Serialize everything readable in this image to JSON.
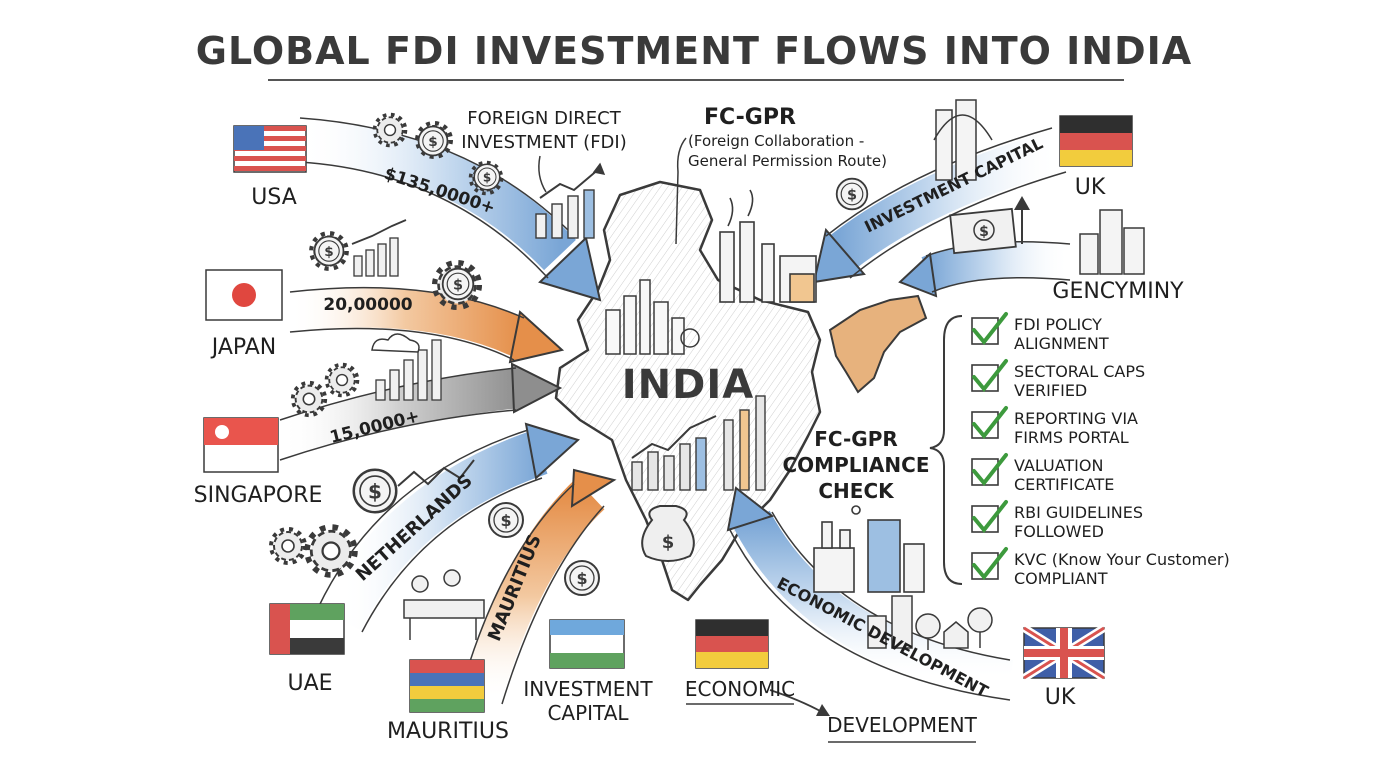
{
  "title": "GLOBAL FDI INVESTMENT FLOWS INTO INDIA",
  "center_label": "INDIA",
  "fdi_note": {
    "line1": "FOREIGN DIRECT",
    "line2": "INVESTMENT (FDI)"
  },
  "fcgpr_note": {
    "heading": "FC-GPR",
    "line1": "(Foreign Collaboration -",
    "line2": "General Permission Route)"
  },
  "sources": {
    "usa": "USA",
    "japan": "JAPAN",
    "singapore": "SINGAPORE",
    "uae": "UAE",
    "mauritius": "MAURITIUS",
    "uk_top": "UK",
    "gencyminy": "GENCYMINY",
    "uk_bottom": "UK"
  },
  "flow_labels": {
    "usa": "$135,0000+",
    "japan": "20,00000",
    "singapore": "15,0000+",
    "netherlands": "NETHERLANDS",
    "mauritius": "MAURITIUS",
    "investment_capital_top": "INVESTMENT CAPITAL",
    "economic_development_arc": "ECONOMIC DEVELOPMENT"
  },
  "bottom_labels": {
    "investment_capital": {
      "line1": "INVESTMENT",
      "line2": "CAPITAL"
    },
    "economic": "ECONOMIC",
    "development": "DEVELOPMENT"
  },
  "compliance": {
    "heading": {
      "line1": "FC-GPR",
      "line2": "COMPLIANCE",
      "line3": "CHECK"
    },
    "items": [
      {
        "line1": "FDI POLICY",
        "line2": "ALIGNMENT"
      },
      {
        "line1": "SECTORAL CAPS",
        "line2": "VERIFIED"
      },
      {
        "line1": "REPORTING VIA",
        "line2": "FIRMS PORTAL"
      },
      {
        "line1": "VALUATION",
        "line2": "CERTIFICATE"
      },
      {
        "line1": "RBI GUIDELINES",
        "line2": "FOLLOWED"
      },
      {
        "line1": "KVC (Know Your Customer)",
        "line2": "COMPLIANT"
      }
    ]
  },
  "icons": {
    "coin": "dollar-coin-icon",
    "gear": "gear-icon",
    "bar_chart": "bar-chart-icon",
    "factory": "factory-icon",
    "city": "city-skyline-icon",
    "check": "check-icon",
    "money_bag": "money-bag-icon",
    "cash": "banknote-icon",
    "tree": "tree-icon"
  },
  "colors": {
    "blue_arrow": "#8fb4dc",
    "orange_arrow": "#e9a56b",
    "gray_arrow": "#9a9a9a",
    "check_green": "#3d9a3d",
    "india_fill": "#efefef",
    "northeast_fill": "#e7b27d",
    "pencil": "#3a3a3a"
  }
}
